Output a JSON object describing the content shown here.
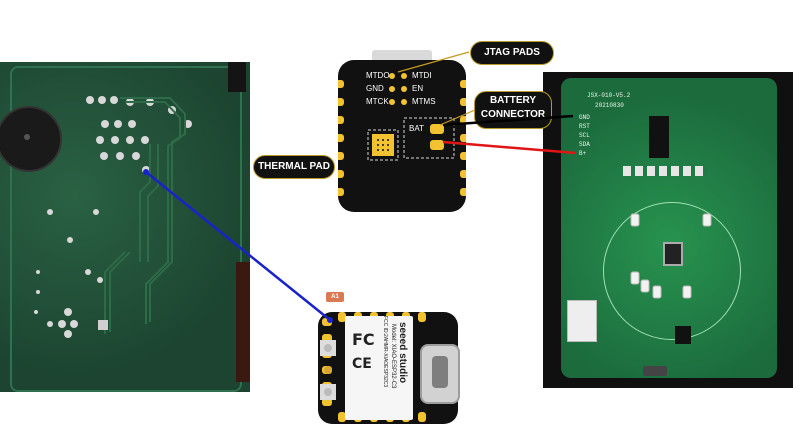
{
  "chip": {
    "pins_top_left": [
      "MTDO",
      "GND",
      "MTCK"
    ],
    "pins_top_right": [
      "MTDI",
      "EN",
      "MTMS"
    ],
    "bat_label": "BAT"
  },
  "callouts": {
    "jtag": "JTAG PADS",
    "battery_line1": "BATTERY",
    "battery_line2": "CONNECTOR",
    "thermal": "THERMAL PAD"
  },
  "module": {
    "tag": "A1",
    "brand": "seeed studio",
    "model": "Model: XIAO-ESP32-C3",
    "fcc": "FCC ID:2AHMR-XIAOESP32C3"
  },
  "right_board": {
    "title": "JSX-010-V5.2",
    "date": "20210830",
    "pins": [
      "GND",
      "RST",
      "SCL",
      "SDA",
      "B+"
    ]
  },
  "wires": {
    "blue": "#1a22c9",
    "red": "#e01515",
    "black": "#000000"
  }
}
